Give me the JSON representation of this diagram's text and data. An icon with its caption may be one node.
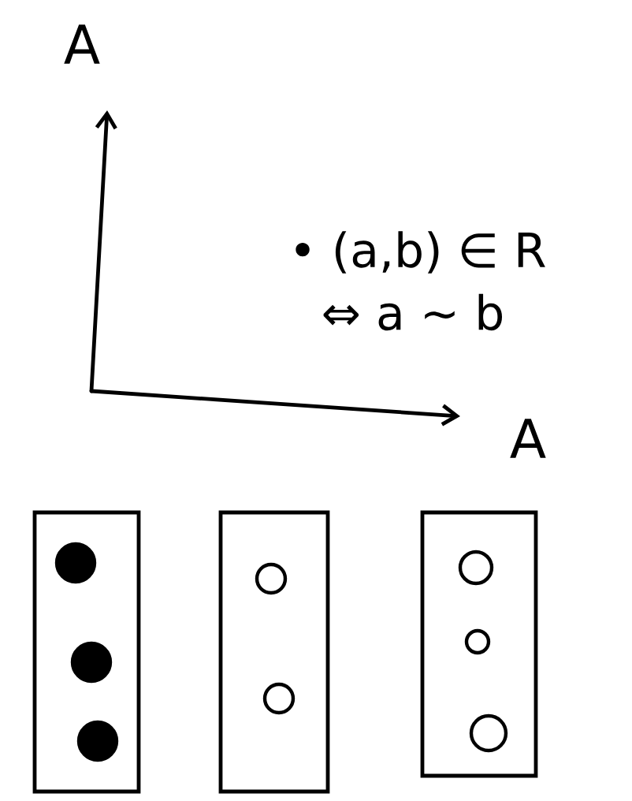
{
  "diagram": {
    "nodes": [
      {
        "text": [],
        "shape": "box"
      },
      {
        "text": [],
        "shape": "circle",
        "in": 0
      },
      {
        "text": [],
        "shape": "circle",
        "in": 0
      },
      {
        "text": [],
        "shape": "circle",
        "in": 0
      },
      {
        "text": [],
        "shape": "box"
      },
      {
        "text": [],
        "shape": "circle",
        "in": 4
      },
      {
        "text": [],
        "shape": "circle",
        "in": 4
      },
      {
        "text": [],
        "shape": "box"
      },
      {
        "text": [],
        "shape": "circle",
        "in": 7
      },
      {
        "text": [],
        "shape": "circle",
        "in": 7
      },
      {
        "text": [],
        "shape": "circle",
        "in": 7
      }
    ],
    "labels": [
      "A",
      "• (a,b) ∈ R",
      "⇔ a ∼ b",
      "A"
    ]
  }
}
